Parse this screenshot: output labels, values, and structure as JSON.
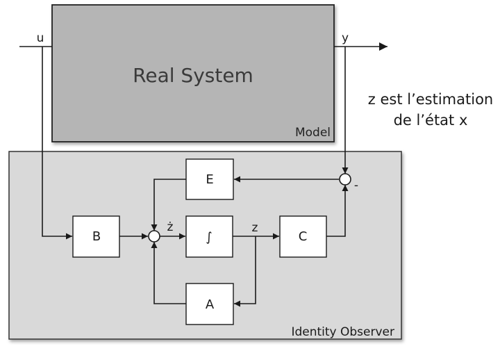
{
  "real_system": {
    "title": "Real System",
    "corner_label": "Model"
  },
  "observer": {
    "corner_label": "Identity Observer"
  },
  "signals": {
    "u": "u",
    "y": "y",
    "z": "z",
    "z_dot": "ż",
    "minus": "-"
  },
  "blocks": {
    "E": "E",
    "B": "B",
    "integrator": "∫",
    "C": "C",
    "A": "A"
  },
  "note": {
    "line1": "z est l’estimation",
    "line2": "de l’état x"
  },
  "colors": {
    "real_system_fill": "#b5b5b5",
    "observer_fill": "#d9d9d9",
    "block_fill": "#ffffff",
    "line": "#1a1a1a"
  }
}
